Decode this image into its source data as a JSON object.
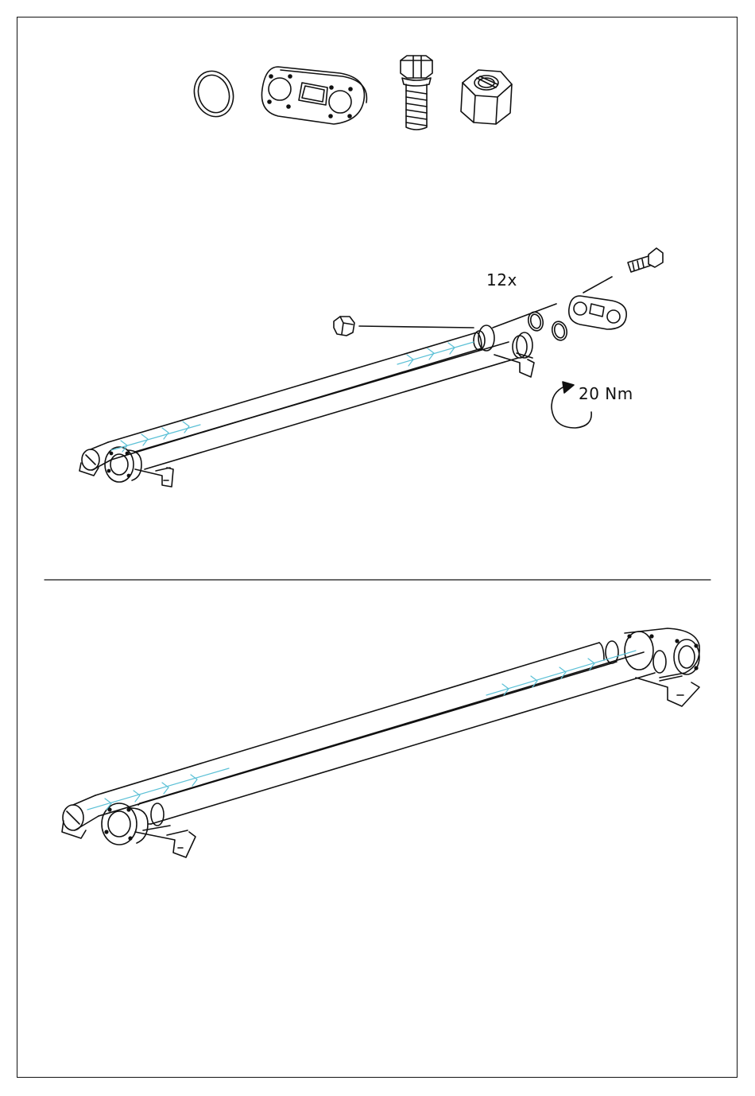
{
  "step": {
    "quantity": "12x",
    "torque": {
      "value": "20",
      "unit": "Nm",
      "text": "20  Nm"
    },
    "parts": [
      {
        "name": "o-ring-seal"
      },
      {
        "name": "flange-gasket-plate"
      },
      {
        "name": "hex-bolt"
      },
      {
        "name": "hex-lock-nut"
      }
    ]
  },
  "colors": {
    "line": "#111111",
    "flow_arrow": "#5bc0d6",
    "background": "#ffffff"
  }
}
